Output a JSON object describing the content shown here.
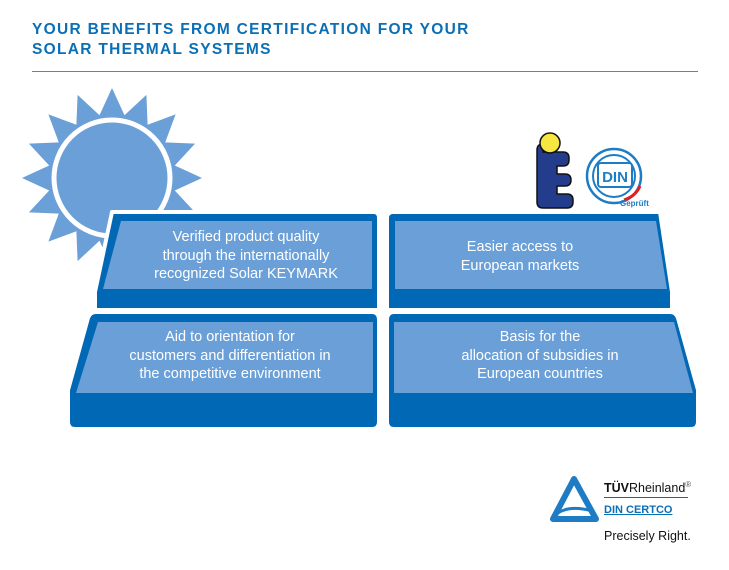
{
  "header": {
    "title_line1": "YOUR BENEFITS FROM CERTIFICATION FOR YOUR",
    "title_line2": "SOLAR THERMAL SYSTEMS"
  },
  "panels": [
    {
      "lines": [
        "Verified product quality",
        "through the internationally",
        "recognized Solar KEYMARK"
      ]
    },
    {
      "lines": [
        "Easier access to",
        "European markets"
      ]
    },
    {
      "lines": [
        "Aid to orientation for",
        "customers and differentiation in",
        "the competitive environment"
      ]
    },
    {
      "lines": [
        "Basis for the",
        "allocation of subsidies in",
        "European countries"
      ]
    }
  ],
  "logos": {
    "din_text": "DIN",
    "din_sub": "Geprüft",
    "tuv_bold": "TÜV",
    "tuv_rest": "Rheinland",
    "registered": "®",
    "dincertco": "DIN CERTCO",
    "slogan": "Precisely Right."
  },
  "colors": {
    "dark_blue": "#0068b4",
    "light_blue": "#6a9fd8",
    "title_blue": "#0a6fb5",
    "yellow": "#f5e642"
  }
}
